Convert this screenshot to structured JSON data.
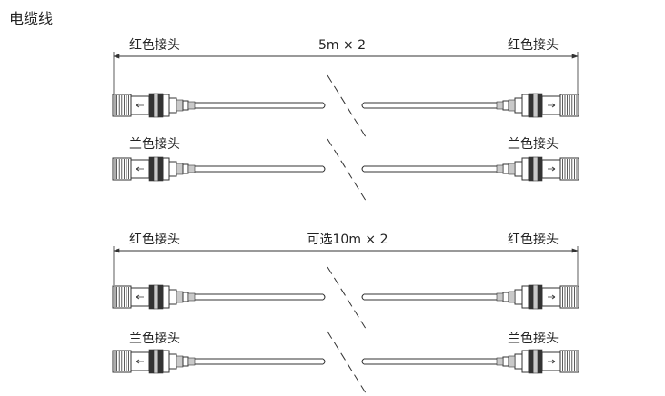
{
  "title": "电缆线",
  "groups": [
    {
      "dimension": "5m × 2",
      "cables": [
        {
          "left_label": "红色接头",
          "right_label": "红色接头"
        },
        {
          "left_label": "兰色接头",
          "right_label": "兰色接头"
        }
      ]
    },
    {
      "dimension": "可选10m × 2",
      "cables": [
        {
          "left_label": "红色接头",
          "right_label": "红色接头"
        },
        {
          "left_label": "兰色接头",
          "right_label": "兰色接头"
        }
      ]
    }
  ]
}
